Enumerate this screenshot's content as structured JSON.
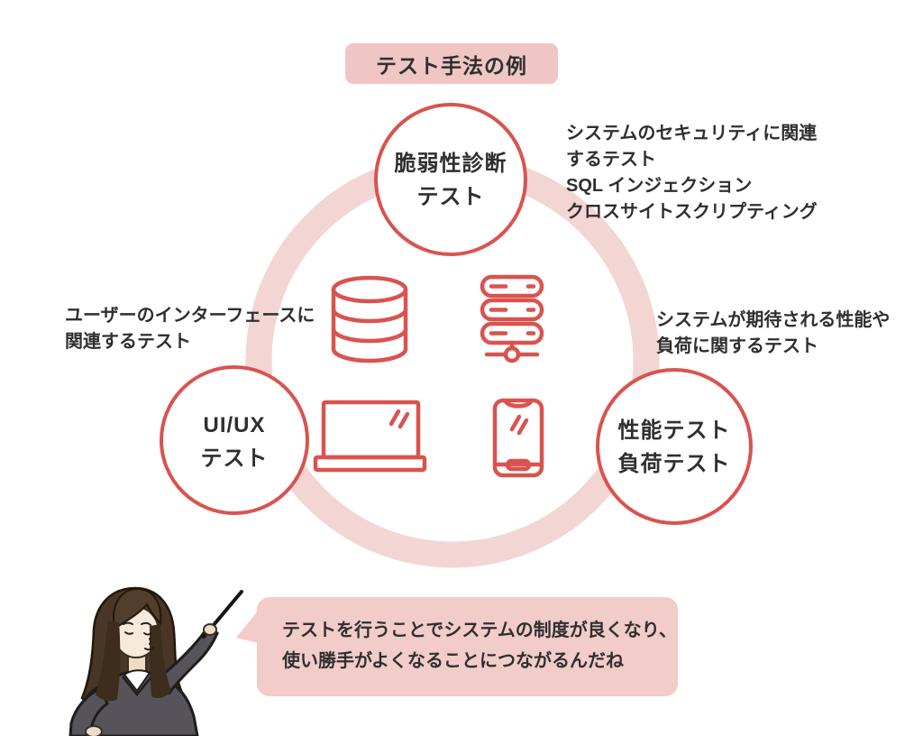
{
  "title": "テスト手法の例",
  "colors": {
    "accent_red": "#d9534f",
    "ring_pink": "#f3d6d3",
    "badge_pink": "#efc6c3",
    "bubble_pink": "#f1ccc9",
    "text": "#2f2f2f"
  },
  "circles": {
    "vulnerability": {
      "lines": [
        "脆弱性診断",
        "テスト"
      ]
    },
    "uiux": {
      "lines": [
        "UI/UX",
        "テスト"
      ]
    },
    "performance": {
      "lines": [
        "性能テスト",
        "負荷テスト"
      ]
    }
  },
  "annotations": {
    "security": {
      "lines": [
        "システムのセキュリティに関連",
        "するテスト",
        "SQL インジェクション",
        "クロスサイトスクリプティング"
      ]
    },
    "ui": {
      "lines": [
        "ユーザーのインターフェースに",
        "関連するテスト"
      ]
    },
    "performance": {
      "lines": [
        "システムが期待される性能や",
        "負荷に関するテスト"
      ]
    }
  },
  "speech_bubble": {
    "lines": [
      "テストを行うことでシステムの制度が良くなり、",
      "使い勝手がよくなることにつながるんだね"
    ]
  },
  "icons": [
    "database-icon",
    "server-icon",
    "laptop-icon",
    "smartphone-icon"
  ]
}
